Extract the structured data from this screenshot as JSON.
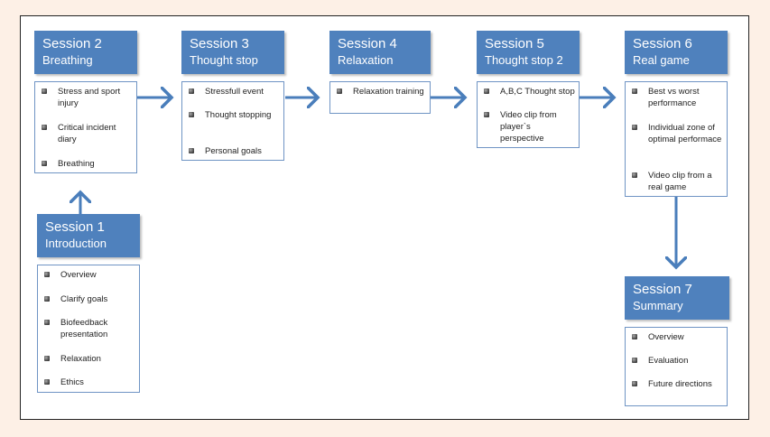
{
  "colors": {
    "header": "#4f81bd",
    "arrow": "#4a7ebb",
    "background": "#fdf0e6"
  },
  "bullet_icon": "bullet-square-icon",
  "sessions": {
    "s1": {
      "title": "Session 1",
      "subtitle": "Introduction",
      "items": [
        "Overview",
        "Clarify goals",
        "Biofeedback presentation",
        "Relaxation",
        "Ethics"
      ]
    },
    "s2": {
      "title": "Session 2",
      "subtitle": "Breathing",
      "items": [
        "Stress and sport injury",
        "Critical incident diary",
        "Breathing"
      ]
    },
    "s3": {
      "title": "Session 3",
      "subtitle": "Thought stop",
      "items": [
        "Stressfull event",
        "Thought stopping",
        "Personal goals"
      ]
    },
    "s4": {
      "title": "Session 4",
      "subtitle": "Relaxation",
      "items": [
        "Relaxation training"
      ]
    },
    "s5": {
      "title": "Session 5",
      "subtitle": "Thought stop 2",
      "items": [
        "A,B,C Thought stop",
        "Video clip from player`s perspective"
      ]
    },
    "s6": {
      "title": "Session 6",
      "subtitle": "Real game",
      "items": [
        "Best vs worst performance",
        "Individual zone of optimal performace",
        "Video clip from a real game"
      ]
    },
    "s7": {
      "title": "Session 7",
      "subtitle": "Summary",
      "items": [
        "Overview",
        "Evaluation",
        "Future directions"
      ]
    }
  }
}
